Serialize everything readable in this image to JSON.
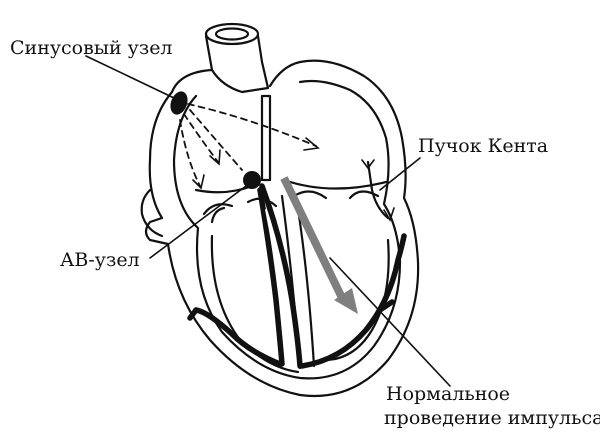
{
  "labels": {
    "sinus_node": "Синусовый узел",
    "av_node": "АВ-узел",
    "kent_bundle": "Пучок Кента",
    "normal_conduction_line1": "Нормальное",
    "normal_conduction_line2": "проведение импульса"
  },
  "colors": {
    "ink": "#111111",
    "accessory_pathway_arrow": "#7f7f7f",
    "background": "#ffffff"
  }
}
